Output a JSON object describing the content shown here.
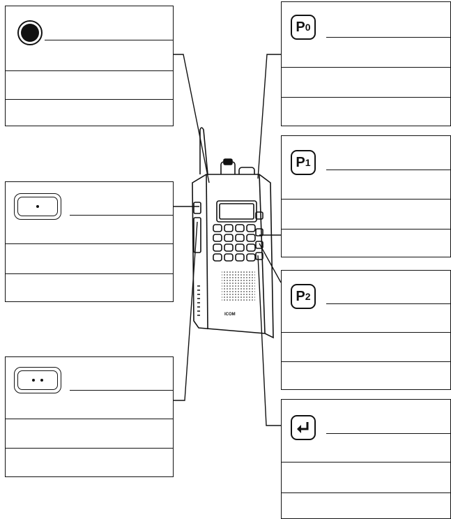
{
  "keys": {
    "record": {
      "icon": "record-button-icon"
    },
    "single_dot": {
      "icon": "single-dot-key-icon"
    },
    "double_dot": {
      "icon": "double-dot-key-icon"
    },
    "p0": {
      "letter": "P",
      "digit": "0"
    },
    "p1": {
      "letter": "P",
      "digit": "1"
    },
    "p2": {
      "letter": "P",
      "digit": "2"
    },
    "enter": {
      "icon": "enter-arrow-icon"
    }
  },
  "radio": {
    "brand": "ICOM",
    "icon": "handheld-transceiver-icon"
  }
}
